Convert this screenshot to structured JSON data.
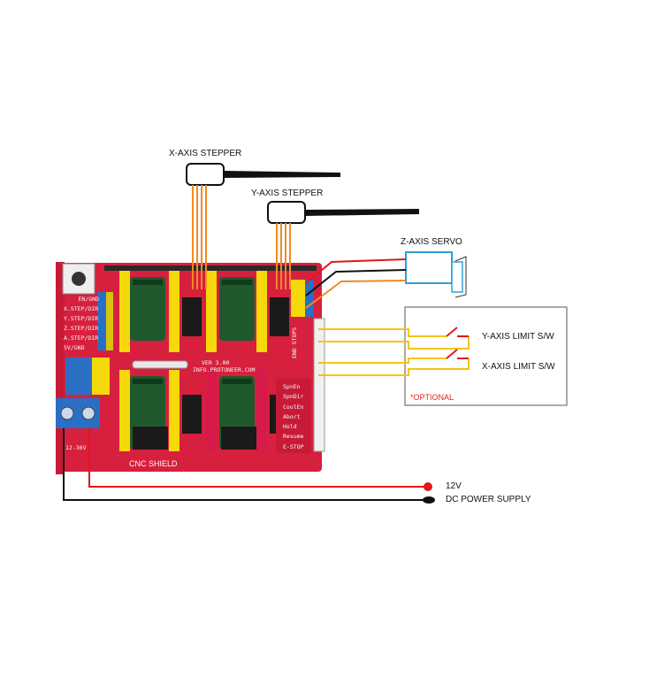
{
  "labels": {
    "x_stepper": "X-AXIS STEPPER",
    "y_stepper": "Y-AXIS STEPPER",
    "z_servo": "Z-AXIS SERVO",
    "y_limit": "Y-AXIS LIMIT S/W",
    "x_limit": "X-AXIS LIMIT S/W",
    "optional": "*OPTIONAL",
    "v12": "12V",
    "dc_supply": "DC POWER SUPPLY"
  },
  "board": {
    "title": "CNC SHIELD",
    "version": "VER 3.00",
    "url": "INFO.PROTONEER.COM",
    "terminal": "12-36V",
    "left_labels": [
      "EN/GND",
      "X.STEP/DIR",
      "Y.STEP/DIR",
      "Z.STEP/DIR",
      "A.STEP/DIR",
      "5V/GND"
    ],
    "right_labels": [
      "SpnEn",
      "SpnDir",
      "CoolEn",
      "Abort",
      "Hold",
      "Resume",
      "E-STOP"
    ],
    "end_stops": "END STOPS"
  },
  "colors": {
    "board": "#d6203e",
    "header_yellow": "#f5d90a",
    "capacitor": "#1f5a2e",
    "wire_orange": "#f28a22",
    "wire_red": "#e01818",
    "wire_black": "#111111",
    "wire_yellow": "#f4c60d",
    "servo_blue": "#2f9fd8",
    "terminal_blue": "#2a6fc4"
  }
}
